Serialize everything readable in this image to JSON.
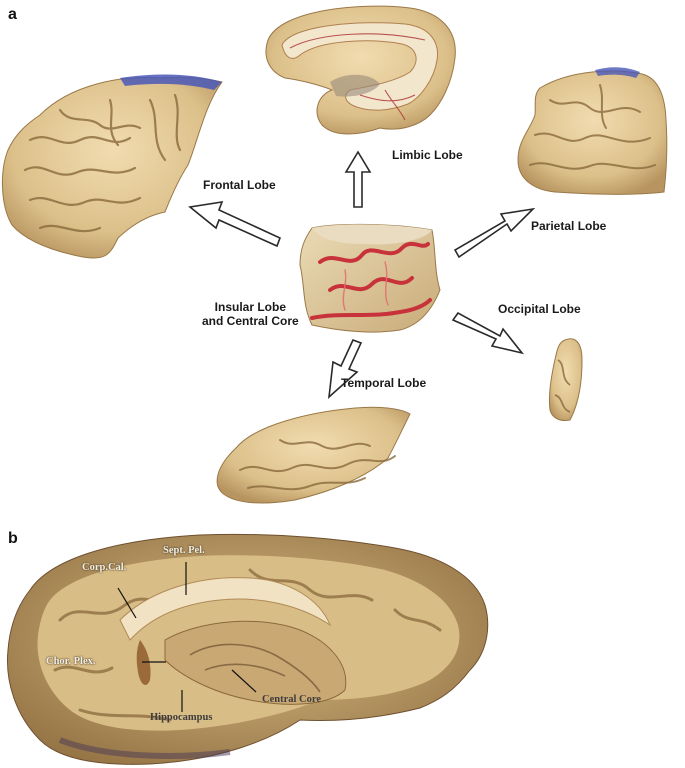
{
  "panel_a": {
    "letter": "a",
    "labels": {
      "limbic": "Limbic Lobe",
      "frontal": "Frontal Lobe",
      "parietal": "Parietal Lobe",
      "insular_line1": "Insular Lobe",
      "insular_line2": "and Central Core",
      "occipital": "Occipital Lobe",
      "temporal": "Temporal Lobe"
    }
  },
  "panel_b": {
    "letter": "b",
    "annotations": {
      "corp_cal": "Corp.Cal.",
      "sept_pel": "Sept. Pel.",
      "chor_plex": "Chor. Plex.",
      "hippocampus": "Hippocampus",
      "central_core": "Central Core"
    }
  },
  "colors": {
    "brain_tissue": "#e2c896",
    "sulcus_shadow": "#8a6a3c",
    "vessel": "#c8323a",
    "arrow_stroke": "#2a2a2a"
  }
}
